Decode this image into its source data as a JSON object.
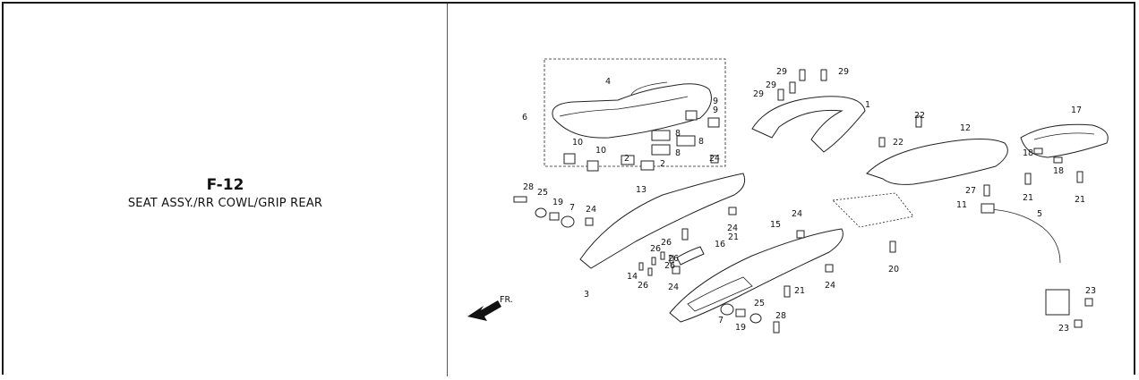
{
  "page": {
    "code": "F-12",
    "title": "SEAT ASSY./RR COWL/GRIP REAR"
  },
  "diagram": {
    "direction_label": "FR.",
    "callouts": [
      "1",
      "2",
      "2",
      "3",
      "4",
      "5",
      "6",
      "7",
      "7",
      "8",
      "8",
      "8",
      "9",
      "9",
      "10",
      "10",
      "11",
      "12",
      "13",
      "14",
      "15",
      "16",
      "17",
      "18",
      "18",
      "19",
      "19",
      "20",
      "21",
      "21",
      "21",
      "21",
      "22",
      "22",
      "23",
      "23",
      "24",
      "24",
      "24",
      "24",
      "24",
      "24",
      "25",
      "25",
      "26",
      "26",
      "26",
      "26",
      "26",
      "27",
      "28",
      "28",
      "29",
      "29",
      "29",
      "29"
    ]
  }
}
